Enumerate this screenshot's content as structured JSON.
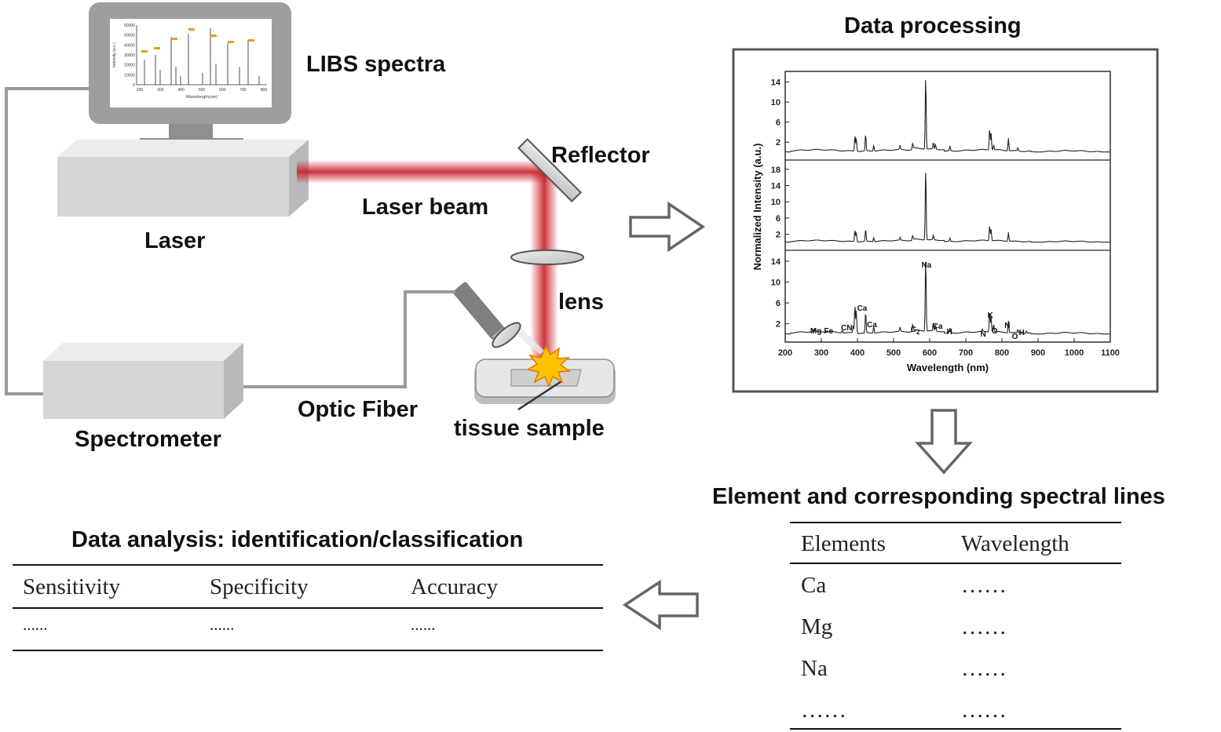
{
  "apparatus": {
    "spectra_label": "LIBS spectra",
    "laser_label": "Laser",
    "laser_beam_label": "Laser beam",
    "reflector_label": "Reflector",
    "lens_label": "lens",
    "spectrometer_label": "Spectrometer",
    "optic_fiber_label": "Optic Fiber",
    "tissue_label": "tissue sample"
  },
  "monitor_spectrum": {
    "ylabel": "Intensity (a.u.)",
    "xlabel": "Wavelength(nm)",
    "yticks": [
      "60000",
      "50000",
      "40000",
      "30000",
      "20000",
      "10000",
      "0"
    ],
    "xticks": [
      "200",
      "300",
      "400",
      "500",
      "600",
      "700",
      "800"
    ]
  },
  "data_processing": {
    "title": "Data processing",
    "ylabel": "Normalized Intensity (a.u.)",
    "xlabel": "Wavelength (nm)"
  },
  "chart_data": {
    "type": "line",
    "xlabel": "Wavelength (nm)",
    "ylabel": "Normalized Intensity (a.u.)",
    "xlim": [
      200,
      1100
    ],
    "xticks": [
      "200",
      "300",
      "400",
      "500",
      "600",
      "700",
      "800",
      "900",
      "1000",
      "1100"
    ],
    "panels": [
      {
        "yticks": [
          "2",
          "6",
          "10",
          "14"
        ],
        "ylim": [
          0,
          15.5
        ],
        "peaks": [
          [
            393,
            3.2
          ],
          [
            396.8,
            2.6
          ],
          [
            422.7,
            3.4
          ],
          [
            445,
            1.2
          ],
          [
            518,
            0.8
          ],
          [
            553,
            1.0
          ],
          [
            589,
            15.0
          ],
          [
            610,
            1.3
          ],
          [
            616,
            1.0
          ],
          [
            656,
            1.0
          ],
          [
            766,
            4.3
          ],
          [
            770,
            3.4
          ],
          [
            777,
            1.0
          ],
          [
            818,
            2.5
          ],
          [
            844,
            0.6
          ]
        ]
      },
      {
        "yticks": [
          "2",
          "6",
          "10",
          "14",
          "18"
        ],
        "ylim": [
          0,
          19.5
        ],
        "peaks": [
          [
            393,
            2.9
          ],
          [
            396.8,
            2.3
          ],
          [
            422.7,
            3.0
          ],
          [
            445,
            1.0
          ],
          [
            518,
            0.7
          ],
          [
            553,
            0.9
          ],
          [
            589,
            18.0
          ],
          [
            610,
            1.2
          ],
          [
            656,
            0.8
          ],
          [
            766,
            3.8
          ],
          [
            770,
            2.8
          ],
          [
            818,
            2.2
          ]
        ]
      },
      {
        "yticks": [
          "2",
          "6",
          "10",
          "14"
        ],
        "ylim": [
          0,
          15.5
        ],
        "peaks": [
          [
            280,
            0.5
          ],
          [
            358,
            0.5
          ],
          [
            388,
            1.5
          ],
          [
            393,
            5.4
          ],
          [
            396.8,
            4.4
          ],
          [
            422.7,
            4.0
          ],
          [
            445,
            1.3
          ],
          [
            518,
            0.8
          ],
          [
            553,
            1.1
          ],
          [
            589,
            14.5
          ],
          [
            610,
            1.6
          ],
          [
            616,
            1.3
          ],
          [
            656,
            0.9
          ],
          [
            746,
            0.4
          ],
          [
            766,
            3.9
          ],
          [
            770,
            3.0
          ],
          [
            777,
            1.5
          ],
          [
            818,
            2.3
          ],
          [
            844,
            0.6
          ],
          [
            868,
            0.5
          ]
        ],
        "annotations": [
          "Mg",
          "Fe",
          "CN",
          "Ca",
          "Ca",
          "C2",
          "Na",
          "Ca",
          "H",
          "N",
          "K",
          "O",
          "N",
          "O",
          "H"
        ]
      }
    ]
  },
  "spectral_lines": {
    "title": "Element and corresponding spectral lines",
    "headers": [
      "Elements",
      "Wavelength"
    ],
    "rows": [
      [
        "Ca",
        "……"
      ],
      [
        "Mg",
        "……"
      ],
      [
        "Na",
        "……"
      ],
      [
        "……",
        "……"
      ]
    ]
  },
  "analysis": {
    "title": "Data analysis: identification/classification",
    "headers": [
      "Sensitivity",
      "Specificity",
      "Accuracy"
    ],
    "row": [
      "......",
      "......",
      "......"
    ]
  },
  "colors": {
    "beam": "#c81e28",
    "device": "#d9d9d9",
    "arrow": "#666666"
  }
}
